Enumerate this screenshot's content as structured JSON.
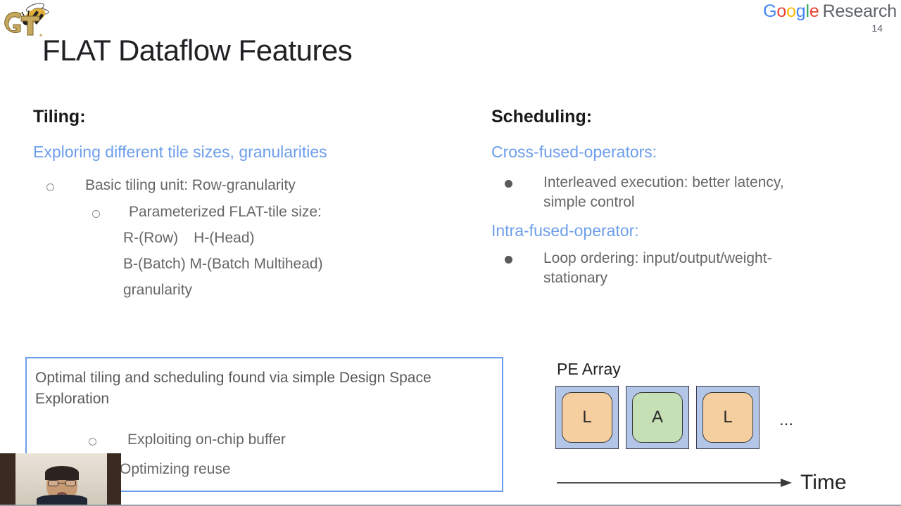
{
  "header": {
    "logo_alt": "Georgia Tech Buzz logo",
    "brand_google": [
      "G",
      "o",
      "o",
      "g",
      "l",
      "e"
    ],
    "brand_research": "Research",
    "page_number": "14",
    "title": "FLAT Dataflow Features"
  },
  "left_column": {
    "heading": "Tiling:",
    "subheading": "Exploring different tile sizes, granularities",
    "bullet_level1": "Basic tiling unit: Row-granularity",
    "bullet_level2": "Parameterized FLAT-tile size:",
    "param_line1_a": "R-(Row)",
    "param_line1_b": "H-(Head)",
    "param_line2": "B-(Batch) M-(Batch Multihead)",
    "param_line3": "granularity"
  },
  "right_column": {
    "heading": "Scheduling:",
    "sub_cross": "Cross-fused-operators:",
    "bullet_cross": "Interleaved execution: better latency, simple control",
    "sub_intra": "Intra-fused-operator:",
    "bullet_intra": "Loop ordering: input/output/weight-stationary"
  },
  "callout_box": {
    "line1": "Optimal tiling and scheduling found via simple Design Space Exploration",
    "bullet1": "Exploiting on-chip buffer",
    "bullet2": "Optimizing reuse",
    "border_color": "#6d9eeb"
  },
  "pe_diagram": {
    "label": "PE Array",
    "cells": [
      {
        "text": "L",
        "kind": "load"
      },
      {
        "text": "A",
        "kind": "attn"
      },
      {
        "text": "L",
        "kind": "load"
      }
    ],
    "ellipsis": "...",
    "axis_label": "Time",
    "colors": {
      "frame": "#b4c6e7",
      "load": "#f6cfa0",
      "attention": "#c5e0b4"
    }
  },
  "theme": {
    "accent_blue": "#6d9eeb",
    "body_grey": "#666666",
    "title_dark": "#202124"
  },
  "webcam": {
    "present": true,
    "description": "presenter webcam overlay"
  }
}
